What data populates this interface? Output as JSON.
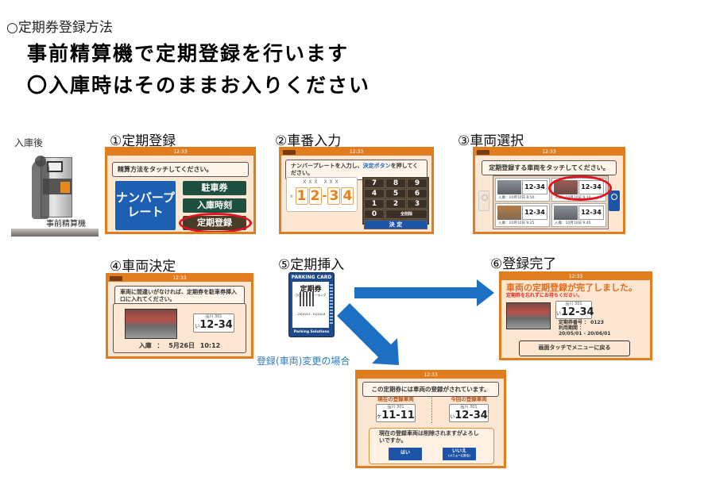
{
  "header": {
    "section_title": "○定期券登録方法",
    "headline_1": "事前精算機で定期登録を行います",
    "headline_2": "〇入庫時はそのままお入りください"
  },
  "intro": {
    "after_entry": "入庫後",
    "machine_caption": "事前精算機"
  },
  "colors": {
    "screen_border": "#e07d1f",
    "screen_bg": "#fde6d2",
    "accent_blue": "#1c6fc1",
    "highlight_red": "#e3141b"
  },
  "steps": [
    {
      "label": "①定期登録",
      "time": "12:33",
      "message": "精算方法をタッチしてください。",
      "buttons": {
        "number_plate": "ナンバープレート",
        "ticket": "駐車券",
        "entry_time": "入庫時刻",
        "pass_register": "定期登録"
      }
    },
    {
      "label": "②車番入力",
      "time": "12:33",
      "message_1": "ナンバープレートを入力し、",
      "message_blue": "決定ボタン",
      "message_2": "を押してください。",
      "plate_top": "XXX XXX",
      "plate_kana": "x",
      "digits": [
        "1",
        "2",
        "3",
        "4"
      ],
      "keys": [
        "7",
        "8",
        "9",
        "4",
        "5",
        "6",
        "1",
        "2",
        "3",
        "0"
      ],
      "clear_label": "全削除",
      "enter_label": "決 定"
    },
    {
      "label": "③車両選択",
      "time": "12:33",
      "message": "定期登録する車両をタッチしてください。",
      "vehicles": [
        {
          "plate": "12-34",
          "time": "入庫：10月10日 8:50"
        },
        {
          "plate": "12-34",
          "time": "入庫：10月10日 9:10"
        },
        {
          "plate": "12-34",
          "time": "入庫：10月10日 9:25"
        },
        {
          "plate": "12-34",
          "time": "入庫：10月10日 9:40"
        }
      ]
    },
    {
      "label": "④車両決定",
      "time": "12:33",
      "message": "車両に間違いがなければ、定期券を駐車券挿入口に入れてください。",
      "plate_region": "品川 301",
      "plate_kana": "い",
      "plate_number": "12-34",
      "entry": "入庫 ： 5月26日 10:12"
    },
    {
      "label": "⑤定期挿入",
      "card_title": "PARKING CARD",
      "card_name": "定期券",
      "card_sub": "〇〇〇〇〇〇パーキング",
      "card_dates": "20/10/13 - 21/10/14",
      "card_footer": "Parking Solutions"
    },
    {
      "label": "⑥登録完了",
      "time": "12:33",
      "title": "車両の定期登録が完了しました。",
      "subtitle": "定期券を忘れずにお持ちください。",
      "plate_region": "品川 301",
      "plate_kana": "い",
      "plate_number": "12-34",
      "pass_number_label": "定期券番号 ： 0123",
      "period_label": "利用期間 ：",
      "period": "20/05/01 - 20/06/01",
      "menu_button": "画面タッチでメニューに戻る"
    }
  ],
  "change_case": {
    "label": "登録(車両)変更の場合",
    "time": "12:33",
    "message": "この定期券には車両の登録がされています。",
    "current_label": "現在の登録車両",
    "new_label": "今回の登録車両",
    "current_region": "品川 301",
    "current_kana": "ケ",
    "current_number": "11-11",
    "new_region": "品川 301",
    "new_kana": "い",
    "new_number": "12-34",
    "question": "現在の登録車両は削除されますがよろしいですか。",
    "yes": "はい",
    "no": "いいえ",
    "no_sub": "(メニューに戻る)"
  }
}
